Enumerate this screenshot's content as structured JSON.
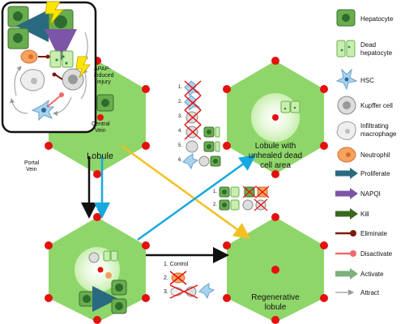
{
  "legend": {
    "hepatocyte": "Hepatocyte",
    "dead_hepatocyte_1": "Dead",
    "dead_hepatocyte_2": "hepatocyte",
    "hsc": "HSC",
    "kupffer": "Kupffer cell",
    "infiltrating_1": "Infiltrating",
    "infiltrating_2": "macrophage",
    "neutrophil": "Neutrophil",
    "proliferate": "Proliferate",
    "napqi": "NAPQI",
    "kill": "Kill",
    "eliminate": "Eliminate",
    "disactivate": "Disactivate",
    "activate": "Activate",
    "attract": "Attract"
  },
  "labels": {
    "apap_1": "APAP-",
    "apap_2": "induced",
    "apap_3": "injury",
    "central_1": "Central",
    "central_2": "Vein",
    "portal_1": "Portal",
    "portal_2": "Vein",
    "lobule": "Lobule",
    "unhealed_1": "Lobule with",
    "unhealed_2": "unhealed dead",
    "unhealed_3": "cell area",
    "regen_1": "Regenerative",
    "regen_2": "lobule",
    "control": "1. Control"
  },
  "scenarios_unhealed": [
    "1.",
    "2.",
    "3.",
    "4.",
    "5.",
    "6."
  ],
  "scenarios_regen_top": [
    "1.",
    "2."
  ],
  "scenarios_regen_bottom": [
    "2.",
    "3."
  ],
  "colors": {
    "hexagon": "#8fd66a",
    "hep_fill": "#6aad4e",
    "hep_nucleus": "#2e6b2e",
    "dead_fill": "#c9eeb0",
    "proliferate": "#2a6a80",
    "napqi": "#7d55a8",
    "kill": "#3a6a1e",
    "eliminate": "#7a1c0c",
    "disactivate": "#f06a6a",
    "activate": "#7cb07c",
    "vein": "#e41010",
    "arrow_blue": "#18a8e0",
    "arrow_yellow": "#f2c020"
  }
}
